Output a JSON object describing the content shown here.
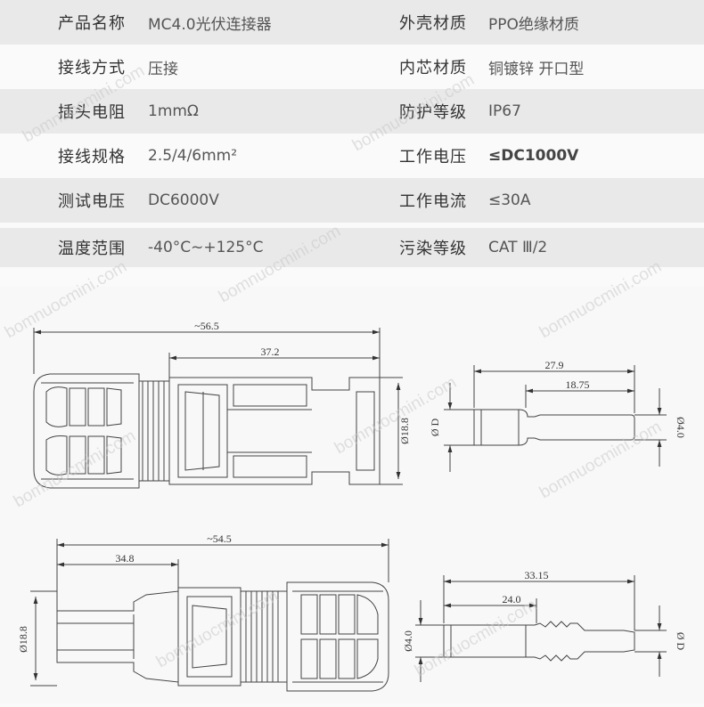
{
  "specs": [
    {
      "label1": "产品名称",
      "value1": "MC4.0光伏连接器",
      "label2": "外壳材质",
      "value2": "PPO绝缘材质"
    },
    {
      "label1": "接线方式",
      "value1": "压接",
      "label2": "内芯材质",
      "value2": "铜镀锌 开口型"
    },
    {
      "label1": "插头电阻",
      "value1": "1mmΩ",
      "label2": "防护等级",
      "value2": "IP67"
    },
    {
      "label1": "接线规格",
      "value1": "2.5/4/6mm²",
      "label2": "工作电压",
      "value2": "≤DC1000V"
    },
    {
      "label1": "测试电压",
      "value1": "DC6000V",
      "label2": "工作电流",
      "value2": "≤30A"
    },
    {
      "label1": "温度范围",
      "value1": "-40°C~+125°C",
      "label2": "污染等级",
      "value2": "CAT Ⅲ/2"
    }
  ],
  "drawing": {
    "female": {
      "total_length": "~56.5",
      "body_length": "37.2",
      "diameter": "Ø18.8"
    },
    "female_pin": {
      "length": "27.9",
      "tip_length": "18.75",
      "d_label": "Ø D",
      "diameter": "Ø4.0"
    },
    "male": {
      "total_length": "~54.5",
      "front_length": "34.8",
      "diameter": "Ø18.8"
    },
    "male_pin": {
      "length": "33.15",
      "body_length": "24.0",
      "diameter": "Ø4.0",
      "d_label": "Ø D"
    }
  },
  "watermark": "bomnuocmini.com"
}
